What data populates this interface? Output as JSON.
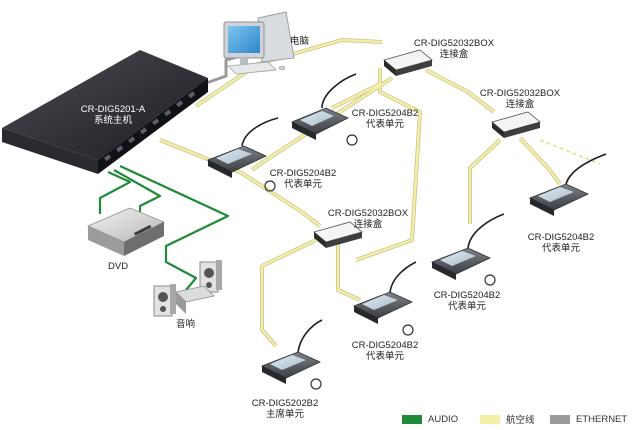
{
  "host": {
    "model": "CR-DIG5201-A",
    "name": "系统主机"
  },
  "pc": {
    "label": "电脑"
  },
  "dvd": {
    "label": "DVD"
  },
  "speaker": {
    "label": "音响"
  },
  "boxes": [
    {
      "model": "CR-DIG52032BOX",
      "name": "连接盒"
    },
    {
      "model": "CR-DIG52032BOX",
      "name": "连接盒"
    },
    {
      "model": "CR-DIG52032BOX",
      "name": "连接盒"
    }
  ],
  "units": [
    {
      "model": "CR-DIG5204B2",
      "name": "代表单元"
    },
    {
      "model": "CR-DIG5204B2",
      "name": "代表单元"
    },
    {
      "model": "CR-DIG5204B2",
      "name": "代表单元"
    },
    {
      "model": "CR-DIG5204B2",
      "name": "代表单元"
    },
    {
      "model": "CR-DIG5204B2",
      "name": "代表单元"
    },
    {
      "model": "CR-DIG5202B2",
      "name": "主席单元"
    }
  ],
  "legend": [
    {
      "label": "AUDIO",
      "color": "#1f8a3a"
    },
    {
      "label": "航空线",
      "color": "#f3efa8"
    },
    {
      "label": "ETHERNET",
      "color": "#9a9a9a"
    }
  ]
}
